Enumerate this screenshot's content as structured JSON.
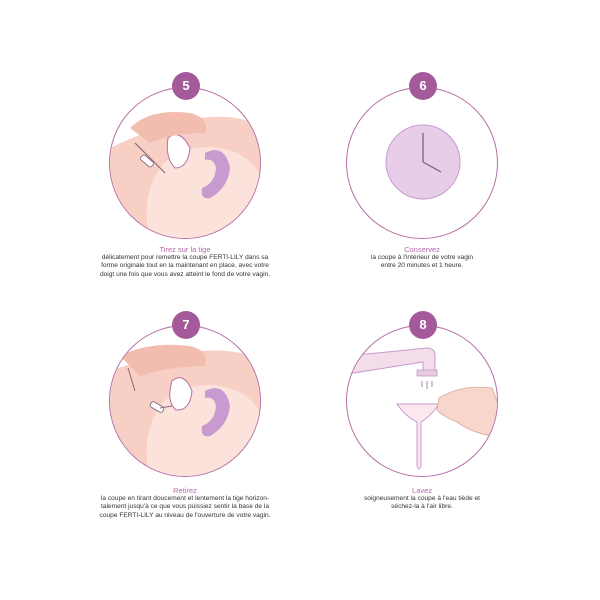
{
  "steps": [
    {
      "number": "5",
      "title": "Tirez sur la tige",
      "lines": [
        "délicatement pour remettre la coupe FERTI-LILY dans sa",
        "forme originale tout en la maintenant en place, avec votre",
        "doigt une fois que vous avez atteint le fond de votre vagin."
      ]
    },
    {
      "number": "6",
      "title": "Conservez",
      "lines": [
        "la coupe à l'intérieur de votre vagin",
        "entre 20 minutes et 1 heure."
      ]
    },
    {
      "number": "7",
      "title": "Retirez",
      "lines": [
        "la coupe en tirant doucement et lentement la tige horizon-",
        "talement jusqu'à ce que vous puissiez sentir la base de la",
        "coupe FERTI-LILY au niveau de l'ouverture de votre vagin."
      ]
    },
    {
      "number": "8",
      "title": "Lavez",
      "lines": [
        "soigneusement la coupe à l'eau tiède et",
        "séchez-la à l'air libre."
      ]
    }
  ],
  "colors": {
    "accent": "#a45a9a",
    "skin": "#f8d2c8",
    "uterus": "#c79ad0"
  },
  "icons": [
    "anatomy-illustration",
    "clock-icon",
    "anatomy-illustration",
    "faucet-hand-illustration"
  ]
}
